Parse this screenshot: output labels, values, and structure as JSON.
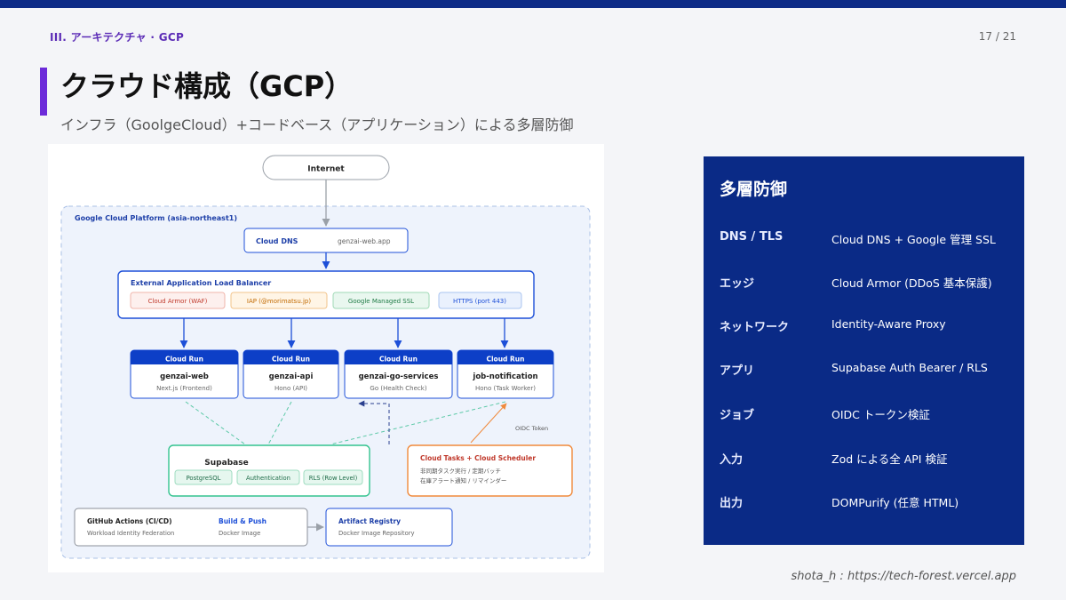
{
  "header": {
    "section": "III. アーキテクチャ · GCP",
    "page_number": "17 / 21"
  },
  "title": "クラウド構成（GCP）",
  "subtitle": "インフラ（GoolgeCloud）+コードベース（アプリケーション）による多層防御",
  "diagram": {
    "internet": "Internet",
    "gcp_label": "Google Cloud Platform (asia-northeast1)",
    "cloud_dns": {
      "title": "Cloud DNS",
      "detail": "genzai-web.app"
    },
    "load_balancer": {
      "title": "External Application Load Balancer",
      "features": [
        "Cloud Armor (WAF)",
        "IAP (@morimatsu.jp)",
        "Google Managed SSL",
        "HTTPS (port 443)"
      ]
    },
    "services": [
      {
        "header": "Cloud Run",
        "name": "genzai-web",
        "detail": "Next.js (Frontend)"
      },
      {
        "header": "Cloud Run",
        "name": "genzai-api",
        "detail": "Hono (API)"
      },
      {
        "header": "Cloud Run",
        "name": "genzai-go-services",
        "detail": "Go (Health Check)"
      },
      {
        "header": "Cloud Run",
        "name": "job-notification",
        "detail": "Hono (Task Worker)"
      }
    ],
    "oidc_label": "OIDC Token",
    "supabase": {
      "title": "Supabase",
      "items": [
        "PostgreSQL",
        "Authentication",
        "RLS (Row Level)"
      ]
    },
    "cloud_tasks": {
      "title": "Cloud Tasks + Cloud Scheduler",
      "line1": "非同期タスク実行 / 定期バッチ",
      "line2": "在庫アラート通知 / リマインダー"
    },
    "github": {
      "title": "GitHub Actions (CI/CD)",
      "subtitle": "Workload Identity Federation",
      "build_title": "Build & Push",
      "build_detail": "Docker Image"
    },
    "artifact": {
      "title": "Artifact Registry",
      "detail": "Docker Image Repository"
    }
  },
  "defense": {
    "title": "多層防御",
    "rows": [
      {
        "layer": "DNS / TLS",
        "measure": "Cloud DNS + Google 管理 SSL"
      },
      {
        "layer": "エッジ",
        "measure": "Cloud Armor (DDoS 基本保護)"
      },
      {
        "layer": "ネットワーク",
        "measure": "Identity-Aware Proxy"
      },
      {
        "layer": "アプリ",
        "measure": "Supabase Auth Bearer / RLS"
      },
      {
        "layer": "ジョブ",
        "measure": "OIDC トークン検証"
      },
      {
        "layer": "入力",
        "measure": "Zod による全 API 検証"
      },
      {
        "layer": "出力",
        "measure": "DOMPurify (任意 HTML)"
      }
    ]
  },
  "footer": "shota_h : https://tech-forest.vercel.app",
  "colors": {
    "brand_navy": "#0a2a86",
    "accent_purple": "#6c2bd9",
    "lb_blue": "#1d4fd8",
    "supabase_green": "#34c38f",
    "tasks_orange": "#f08a3c"
  }
}
